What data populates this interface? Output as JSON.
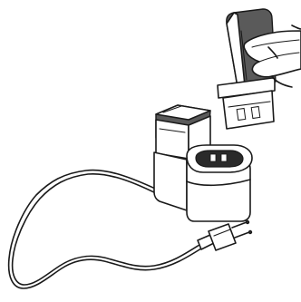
{
  "figure": {
    "stroke_color": "#1a1a1a",
    "background": "#ffffff"
  },
  "parts": [
    {
      "name": "hand",
      "icon": "hand-icon"
    },
    {
      "name": "battery-pack",
      "icon": "battery-icon"
    },
    {
      "name": "charging-base",
      "icon": "charger-icon"
    },
    {
      "name": "power-cord",
      "icon": "cord-icon"
    },
    {
      "name": "power-plug",
      "icon": "plug-icon"
    }
  ]
}
